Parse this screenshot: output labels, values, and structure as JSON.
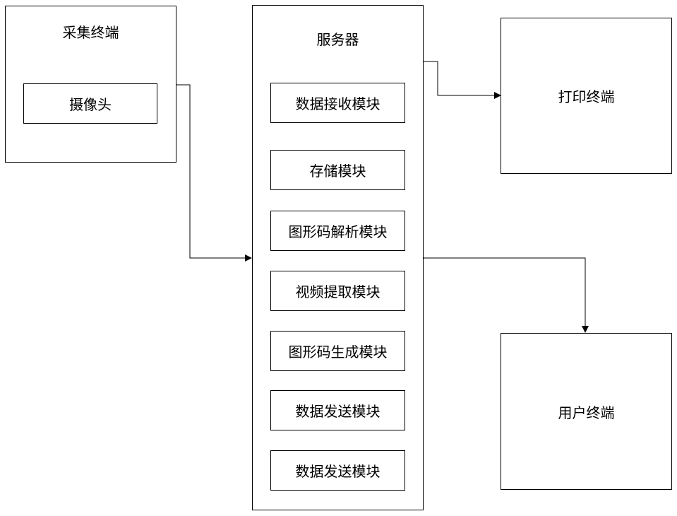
{
  "collection_terminal": {
    "title": "采集终端",
    "camera": "摄像头"
  },
  "server": {
    "title": "服务器",
    "modules": [
      "数据接收模块",
      "存储模块",
      "图形码解析模块",
      "视频提取模块",
      "图形码生成模块",
      "数据发送模块",
      "数据发送模块"
    ]
  },
  "print_terminal": {
    "title": "打印终端"
  },
  "user_terminal": {
    "title": "用户终端"
  }
}
